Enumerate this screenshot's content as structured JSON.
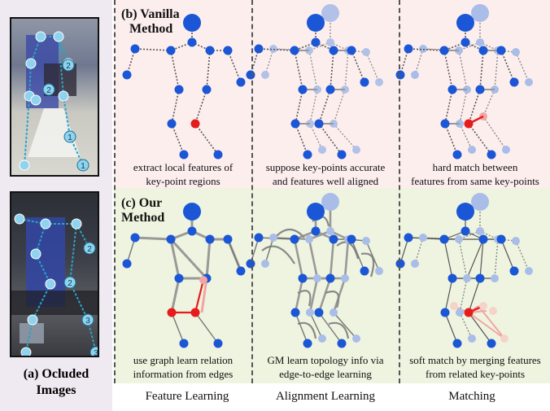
{
  "left_panel": {
    "label_a": "(a)  Ocluded",
    "label_b": "Images",
    "photo1_numbers": [
      "2",
      "2",
      "1",
      "1"
    ],
    "photo2_numbers": [
      "2",
      "2",
      "3",
      "3"
    ]
  },
  "row_b": {
    "title_line1": "(b) Vanilla",
    "title_line2": "Method",
    "captions": [
      [
        "extract local features of",
        "key-point regions"
      ],
      [
        "suppose key-points accurate",
        "and features well aligned"
      ],
      [
        "hard match between",
        "features from same key-points"
      ]
    ]
  },
  "row_c": {
    "title_line1": "(c) Our",
    "title_line2": "Method",
    "captions": [
      [
        "use graph learn relation",
        "information from edges"
      ],
      [
        "GM learn topology info via",
        "edge-to-edge learning"
      ],
      [
        "soft match by merging features",
        "from related key-points"
      ]
    ]
  },
  "column_labels": [
    "Feature Learning",
    "Alignment Learning",
    "Matching"
  ],
  "colors": {
    "keypoint_blue": "#1a56d6",
    "keypoint_light": "#a9bde8",
    "keypoint_red": "#e61b1b",
    "keypoint_pink": "#f2a5a5",
    "photo_dot": "#8fd3ef",
    "photo_line": "#2aa3c9"
  }
}
